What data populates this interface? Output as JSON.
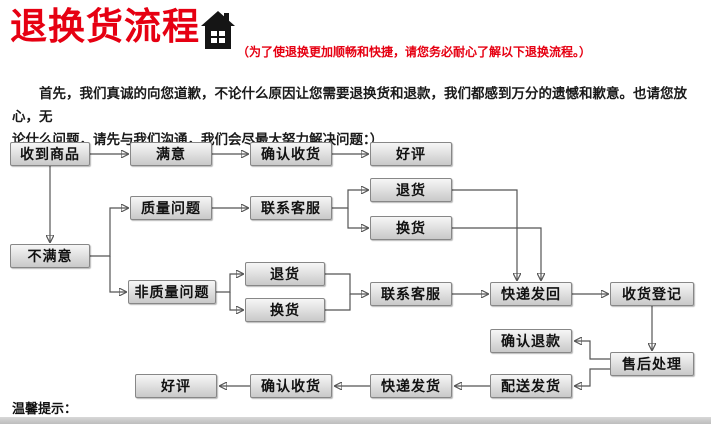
{
  "header": {
    "title": "退换货流程",
    "subtitle": "（为了使退换更加顺畅和快捷，请您务必耐心了解以下退换流程。）"
  },
  "intro": {
    "line1": "首先，我们真诚的向您道歉，不论什么原因让您需要退换货和退款，我们都感到万分的遗憾和歉意。也请您放心，无",
    "line2": "论什么问题，请先与我们沟通，我们会尽最大努力解决问题：）"
  },
  "flow": {
    "nodes": {
      "receive": "收到商品",
      "satisfied": "满意",
      "confirm_receipt_1": "确认收货",
      "praise_1": "好评",
      "return_1": "退货",
      "quality_issue": "质量问题",
      "contact_service_1": "联系客服",
      "exchange_1": "换货",
      "unsatisfied": "不满意",
      "return_2": "退货",
      "non_quality_issue": "非质量问题",
      "contact_service_2": "联系客服",
      "ship_back": "快递发回",
      "receipt_register": "收货登记",
      "exchange_2": "换货",
      "confirm_refund": "确认退款",
      "after_sale": "售后处理",
      "praise_2": "好评",
      "confirm_receipt_2": "确认收货",
      "ship_out": "快递发货",
      "dispatch": "配送发货"
    }
  },
  "footer": {
    "tip": "温馨提示："
  },
  "colors": {
    "accent_red": "#e60012",
    "node_border": "#878787",
    "arrow": "#555555"
  }
}
